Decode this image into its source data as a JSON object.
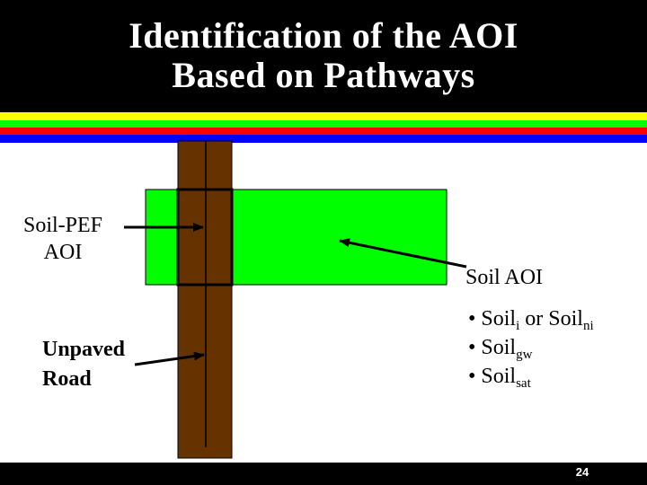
{
  "title": {
    "line1": "Identification of the AOI",
    "line2": "Based on Pathways"
  },
  "labels": {
    "soil_pef_line1": "Soil-PEF",
    "soil_pef_line2": "AOI",
    "unpaved_line1": "Unpaved",
    "unpaved_line2": "Road",
    "soil_aoi": "Soil AOI"
  },
  "bullets": [
    {
      "prefix": "• Soil",
      "sub": "i",
      "mid": " or Soil",
      "sub2": "ni"
    },
    {
      "prefix": "• Soil",
      "sub": "gw"
    },
    {
      "prefix": "• Soil",
      "sub": "sat"
    }
  ],
  "page_number": "24",
  "colors": {
    "header": "#000000",
    "stripes": [
      "#ffff00",
      "#00ff00",
      "#ff0000",
      "#0000ff"
    ],
    "road": "#663300",
    "soil_area": "#00ff00"
  }
}
